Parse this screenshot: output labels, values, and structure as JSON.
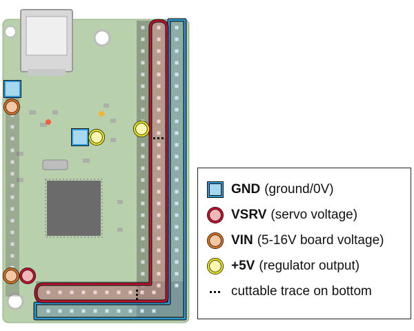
{
  "colors": {
    "gnd": "#2a9bd6",
    "vsrv": "#c8102e",
    "vin": "#d9731e",
    "v5": "#e8e21a",
    "board": "#6e9a5a"
  },
  "legend": {
    "items": [
      {
        "symbol": "blue-square",
        "label": "GND",
        "desc": "(ground/0V)"
      },
      {
        "symbol": "red-circle",
        "label": "VSRV",
        "desc": "(servo voltage)"
      },
      {
        "symbol": "orange-circle",
        "label": "VIN",
        "desc": "(5-16V board voltage)"
      },
      {
        "symbol": "yellow-circle",
        "label": "+5V",
        "desc": "(regulator output)"
      },
      {
        "symbol": "dots",
        "label": "",
        "desc": "cuttable trace on bottom"
      }
    ]
  }
}
